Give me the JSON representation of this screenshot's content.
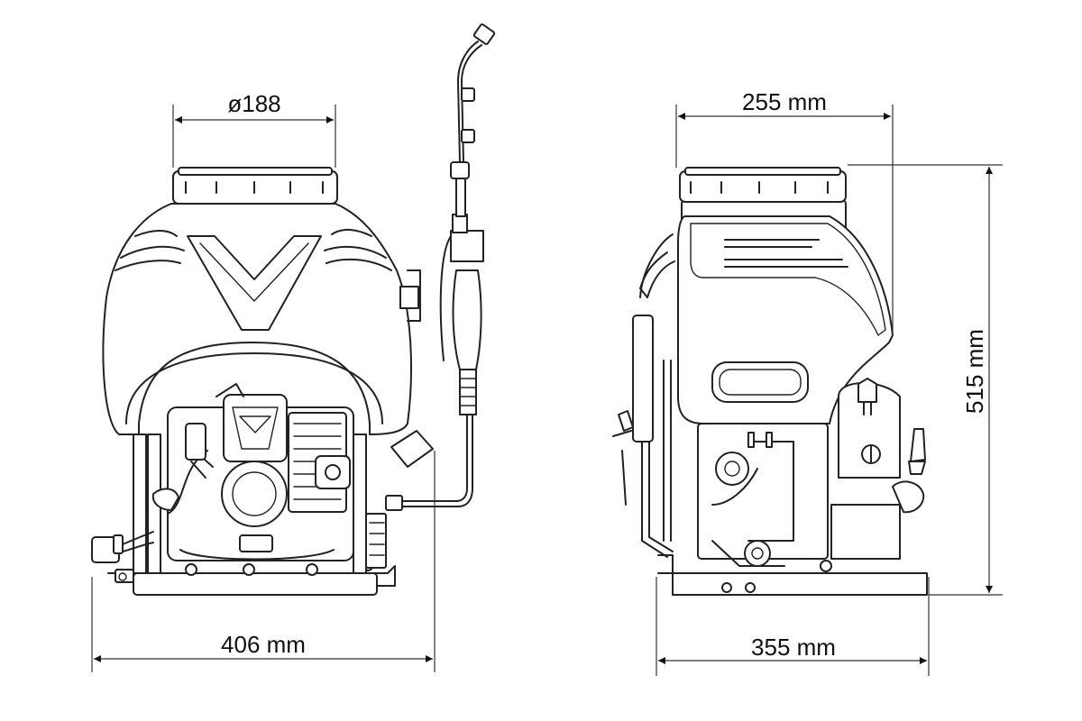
{
  "dimensions": {
    "tank_diameter": "ø188",
    "front_width": "406 mm",
    "side_top_width": "255 mm",
    "side_base_width": "355 mm",
    "height": "515 mm"
  },
  "colors": {
    "line": "#222222",
    "background": "#ffffff",
    "text": "#111111"
  }
}
